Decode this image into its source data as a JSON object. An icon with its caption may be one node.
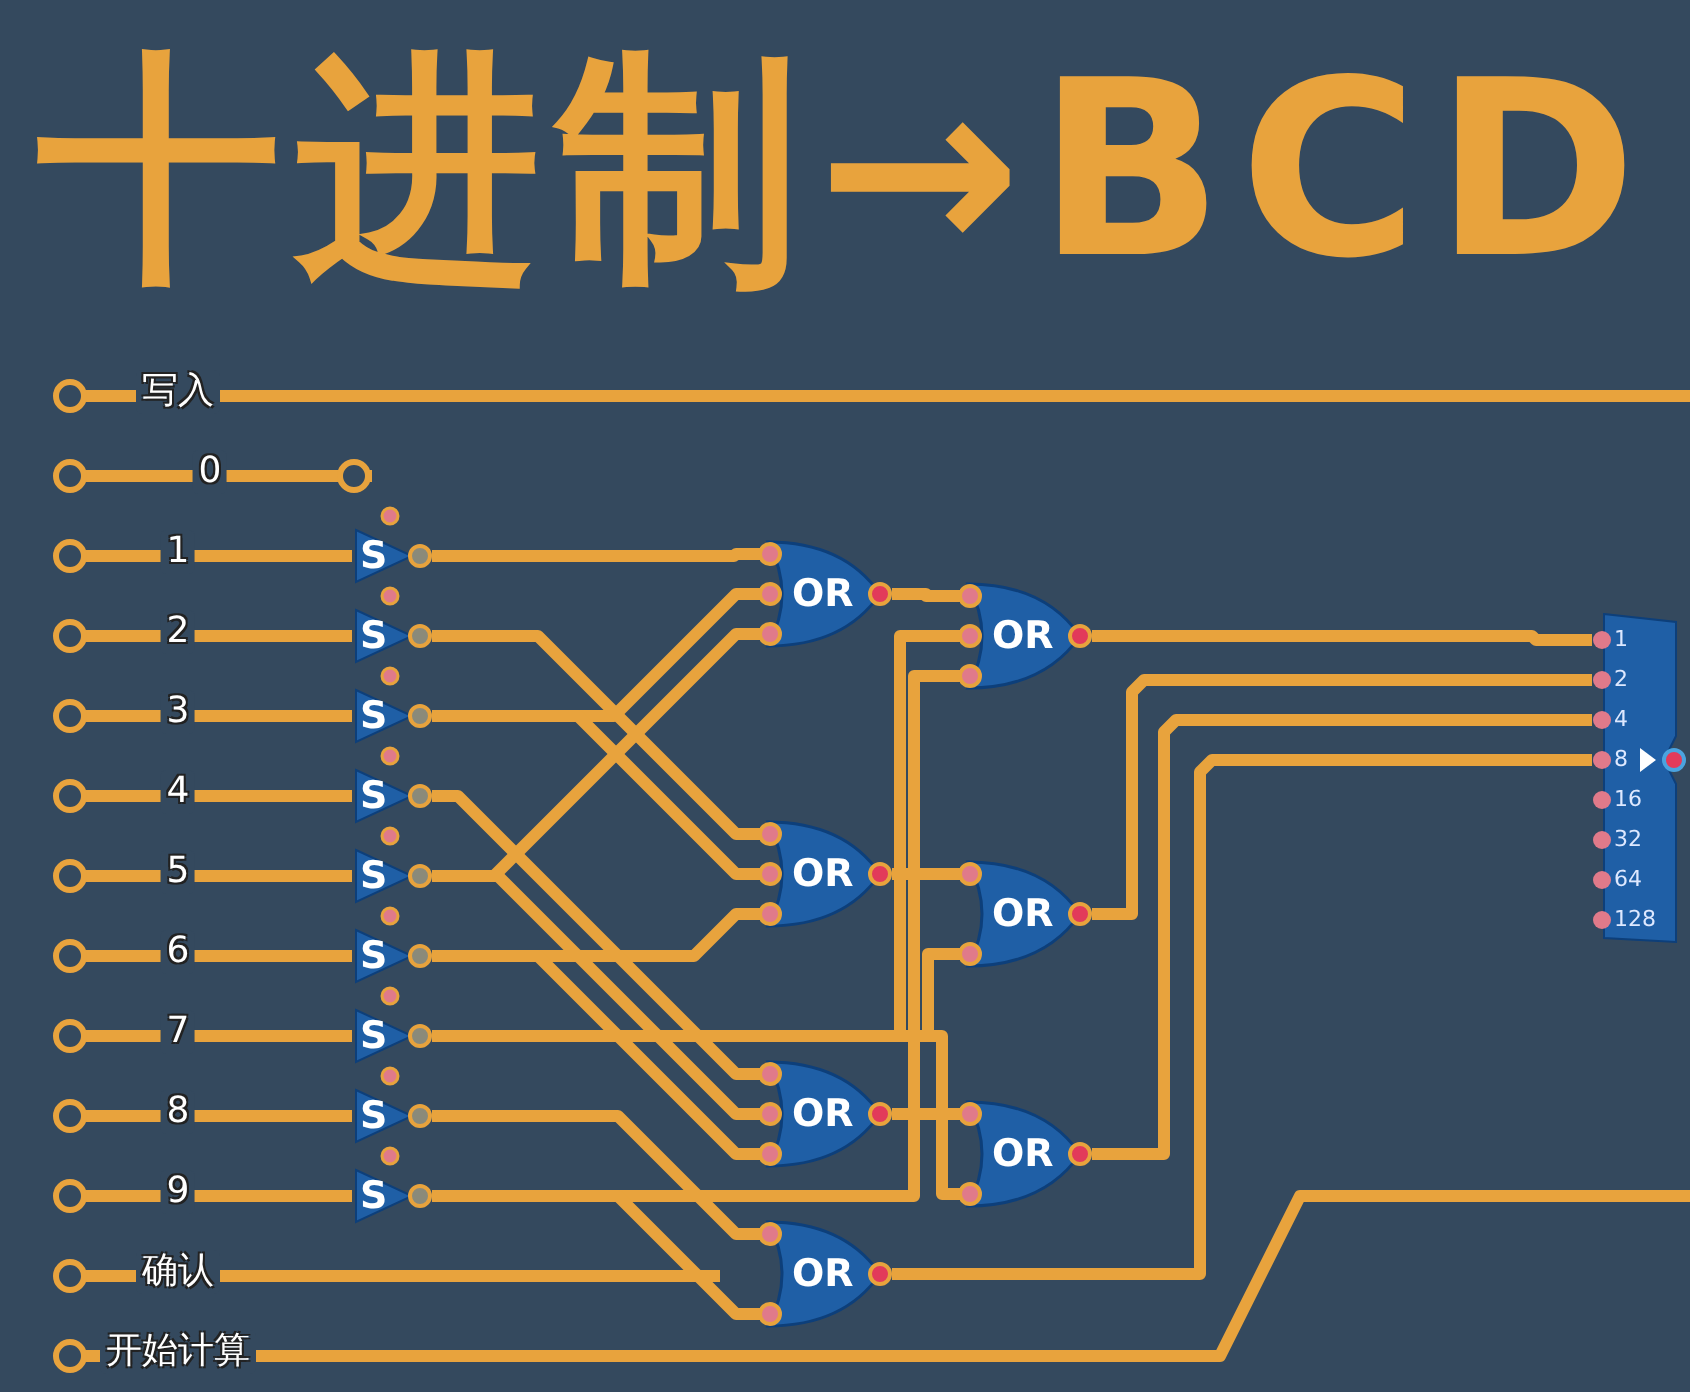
{
  "diagram": {
    "title": "十进制→BCD",
    "nodes": [
      {
        "text": [
          "写入"
        ]
      },
      {
        "text": [
          "0"
        ]
      },
      {
        "text": [
          "1"
        ]
      },
      {
        "text": [
          "2"
        ]
      },
      {
        "text": [
          "3"
        ]
      },
      {
        "text": [
          "4"
        ]
      },
      {
        "text": [
          "5"
        ]
      },
      {
        "text": [
          "6"
        ]
      },
      {
        "text": [
          "7"
        ]
      },
      {
        "text": [
          "8"
        ]
      },
      {
        "text": [
          "9"
        ]
      },
      {
        "text": [
          "确认"
        ]
      },
      {
        "text": [
          "开始计算"
        ]
      },
      {
        "text": [
          "S"
        ]
      },
      {
        "text": [
          "S"
        ]
      },
      {
        "text": [
          "S"
        ]
      },
      {
        "text": [
          "S"
        ]
      },
      {
        "text": [
          "S"
        ]
      },
      {
        "text": [
          "S"
        ]
      },
      {
        "text": [
          "S"
        ]
      },
      {
        "text": [
          "S"
        ]
      },
      {
        "text": [
          "S"
        ]
      },
      {
        "text": [
          "OR"
        ]
      },
      {
        "text": [
          "OR"
        ]
      },
      {
        "text": [
          "OR"
        ]
      },
      {
        "text": [
          "OR"
        ]
      },
      {
        "text": [
          "OR"
        ]
      },
      {
        "text": [
          "OR"
        ]
      },
      {
        "text": [
          "OR"
        ]
      },
      {
        "text": [
          "1",
          "2",
          "4",
          "8",
          "16",
          "32",
          "64",
          "128"
        ]
      }
    ],
    "edges": [
      {
        "from": 2,
        "to": 13,
        "arrow": "none"
      },
      {
        "from": 3,
        "to": 14,
        "arrow": "none"
      },
      {
        "from": 4,
        "to": 15,
        "arrow": "none"
      },
      {
        "from": 5,
        "to": 16,
        "arrow": "none"
      },
      {
        "from": 6,
        "to": 17,
        "arrow": "none"
      },
      {
        "from": 7,
        "to": 18,
        "arrow": "none"
      },
      {
        "from": 8,
        "to": 19,
        "arrow": "none"
      },
      {
        "from": 9,
        "to": 20,
        "arrow": "none"
      },
      {
        "from": 10,
        "to": 21,
        "arrow": "none"
      },
      {
        "from": 13,
        "to": 22,
        "arrow": "none"
      },
      {
        "from": 15,
        "to": 22,
        "arrow": "none"
      },
      {
        "from": 17,
        "to": 22,
        "arrow": "none"
      },
      {
        "from": 22,
        "to": 23,
        "arrow": "none"
      },
      {
        "from": 19,
        "to": 23,
        "arrow": "none"
      },
      {
        "from": 21,
        "to": 23,
        "arrow": "none"
      },
      {
        "from": 23,
        "to": 29,
        "arrow": "none"
      },
      {
        "from": 14,
        "to": 24,
        "arrow": "none"
      },
      {
        "from": 15,
        "to": 24,
        "arrow": "none"
      },
      {
        "from": 18,
        "to": 24,
        "arrow": "none"
      },
      {
        "from": 24,
        "to": 25,
        "arrow": "none"
      },
      {
        "from": 19,
        "to": 25,
        "arrow": "none"
      },
      {
        "from": 25,
        "to": 29,
        "arrow": "none"
      },
      {
        "from": 16,
        "to": 26,
        "arrow": "none"
      },
      {
        "from": 17,
        "to": 26,
        "arrow": "none"
      },
      {
        "from": 18,
        "to": 26,
        "arrow": "none"
      },
      {
        "from": 26,
        "to": 27,
        "arrow": "none"
      },
      {
        "from": 19,
        "to": 27,
        "arrow": "none"
      },
      {
        "from": 27,
        "to": 29,
        "arrow": "none"
      },
      {
        "from": 20,
        "to": 28,
        "arrow": "none"
      },
      {
        "from": 21,
        "to": 28,
        "arrow": "none"
      },
      {
        "from": 28,
        "to": 29,
        "arrow": "none"
      },
      {
        "from": 0,
        "to": null,
        "arrow": "none"
      },
      {
        "from": 11,
        "to": null,
        "arrow": "none"
      },
      {
        "from": 12,
        "to": null,
        "arrow": "none"
      }
    ]
  }
}
